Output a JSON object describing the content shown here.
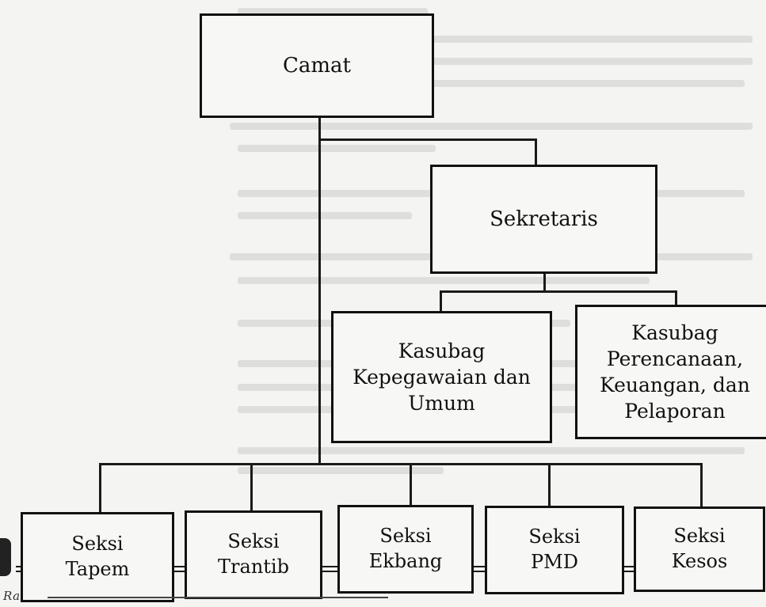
{
  "chart": {
    "nodes": {
      "camat": "Camat",
      "sekretaris": "Sekretaris",
      "kasubag_kepegawaian": "Kasubag\nKepegawaian dan\nUmum",
      "kasubag_perencanaan": "Kasubag\nPerencanaan,\nKeuangan, dan\nPelaporan",
      "seksi_tapem": "Seksi\nTapem",
      "seksi_trantib": "Seksi\nTrantib",
      "seksi_ekbang": "Seksi\nEkbang",
      "seksi_pmd": "Seksi\nPMD",
      "seksi_kesos": "Seksi\nKesos"
    }
  },
  "footer": {
    "text": "Ra"
  }
}
